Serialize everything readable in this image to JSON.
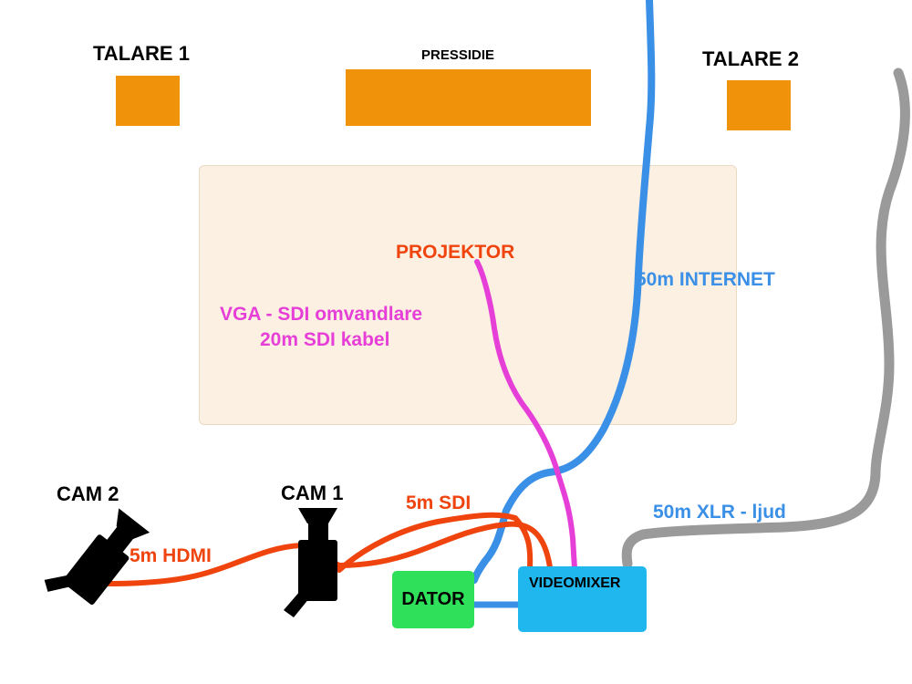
{
  "furniture": {
    "talare1": "TALARE 1",
    "pressidie": "PRESSIDIE",
    "talare2": "TALARE 2"
  },
  "cables": {
    "projektor": "PROJEKTOR",
    "vga_line1": "VGA - SDI omvandlare",
    "vga_line2": "20m SDI kabel",
    "internet": "50m INTERNET",
    "sdi": "5m SDI",
    "hdmi": "5m HDMI",
    "xlr": "50m XLR - ljud"
  },
  "cameras": {
    "cam1": "CAM 1",
    "cam2": "CAM 2"
  },
  "equipment": {
    "dator": "DATOR",
    "videomixer": "VIDEOMIXER"
  },
  "colors": {
    "furniture": "#f0920a",
    "screen_area": "#fcf0e2",
    "projektor": "#f0440e",
    "vga": "#e63fd8",
    "internet": "#3a8fe6",
    "red_cable": "#f0440e",
    "xlr": "#9a9a9a",
    "dator": "#2fe15a",
    "videomixer": "#1fb7ee"
  },
  "icons": {
    "camera": "video-camera-icon"
  }
}
